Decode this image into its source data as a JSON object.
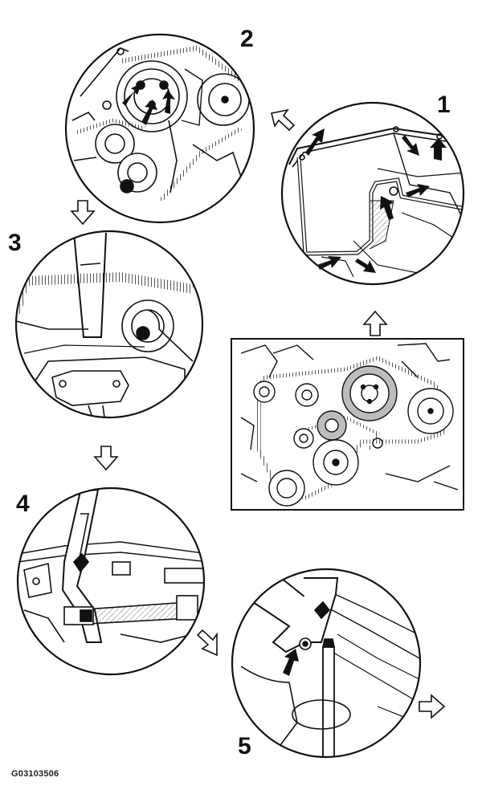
{
  "figure_code": "G03103506",
  "steps": [
    {
      "label": "1",
      "icon": "cover-removal-icon"
    },
    {
      "label": "2",
      "icon": "pulley-bolts-icon"
    },
    {
      "label": "3",
      "icon": "belt-routing-icon"
    },
    {
      "label": "4",
      "icon": "tool-bracket-icon"
    },
    {
      "label": "5",
      "icon": "tensioner-tool-icon"
    }
  ],
  "overview": {
    "icon": "belt-drive-overview-icon"
  },
  "colors": {
    "ink": "#111111",
    "paper": "#ffffff",
    "shade": "#bdbdbd"
  }
}
